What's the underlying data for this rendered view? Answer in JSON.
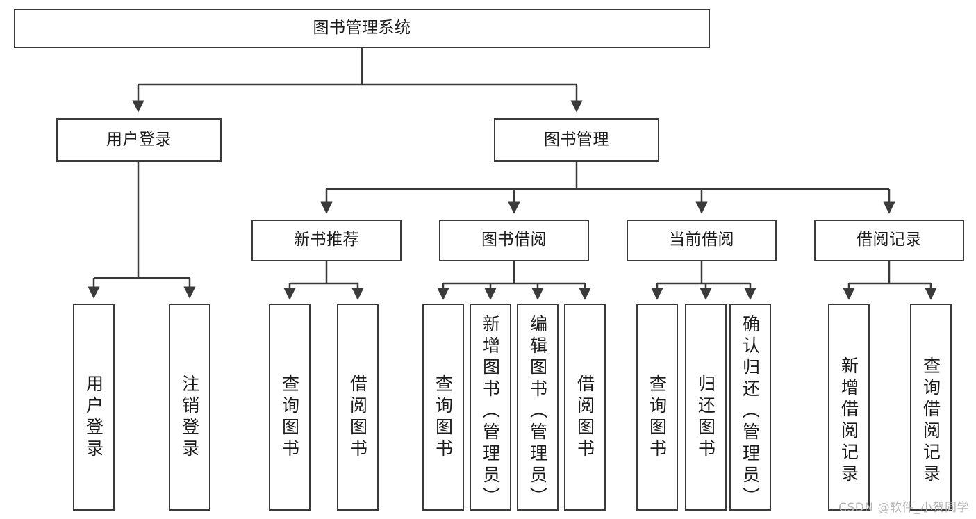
{
  "diagram": {
    "title": "图书管理系统",
    "type": "tree-hierarchy-diagram",
    "style": {
      "box_border_color": "#3a3a3a",
      "box_fill_color": "#ffffff",
      "edge_color": "#3a3a3a",
      "text_color": "#1b1b1b",
      "background": "#ffffff"
    },
    "nodes": {
      "root": {
        "label": "图书管理系统",
        "orientation": "horizontal"
      },
      "level2": [
        {
          "id": "user-login",
          "label": "用户登录",
          "orientation": "horizontal"
        },
        {
          "id": "book-manage",
          "label": "图书管理",
          "orientation": "horizontal"
        }
      ],
      "level3": [
        {
          "id": "new-book-recommend",
          "label": "新书推荐",
          "orientation": "horizontal"
        },
        {
          "id": "book-borrow",
          "label": "图书借阅",
          "orientation": "horizontal"
        },
        {
          "id": "current-borrow",
          "label": "当前借阅",
          "orientation": "horizontal"
        },
        {
          "id": "borrow-record",
          "label": "借阅记录",
          "orientation": "horizontal"
        }
      ],
      "leaves": [
        {
          "id": "leaf-user-login",
          "label": "用户登录",
          "parent": "user-login",
          "orientation": "vertical"
        },
        {
          "id": "leaf-user-logout",
          "label": "注销登录",
          "parent": "user-login",
          "orientation": "vertical"
        },
        {
          "id": "leaf-query-book-1",
          "label": "查询图书",
          "parent": "new-book-recommend",
          "orientation": "vertical"
        },
        {
          "id": "leaf-borrow-book-1",
          "label": "借阅图书",
          "parent": "new-book-recommend",
          "orientation": "vertical"
        },
        {
          "id": "leaf-query-book-2",
          "label": "查询图书",
          "parent": "book-borrow",
          "orientation": "vertical"
        },
        {
          "id": "leaf-add-book",
          "label": "新增图书（管理员）",
          "parent": "book-borrow",
          "orientation": "vertical"
        },
        {
          "id": "leaf-edit-book",
          "label": "编辑图书（管理员）",
          "parent": "book-borrow",
          "orientation": "vertical"
        },
        {
          "id": "leaf-borrow-book-2",
          "label": "借阅图书",
          "parent": "book-borrow",
          "orientation": "vertical"
        },
        {
          "id": "leaf-query-book-3",
          "label": "查询图书",
          "parent": "current-borrow",
          "orientation": "vertical"
        },
        {
          "id": "leaf-return-book",
          "label": "归还图书",
          "parent": "current-borrow",
          "orientation": "vertical"
        },
        {
          "id": "leaf-confirm-return",
          "label": "确认归还（管理员）",
          "parent": "current-borrow",
          "orientation": "vertical"
        },
        {
          "id": "leaf-add-record",
          "label": "新增借阅记录",
          "parent": "borrow-record",
          "orientation": "vertical"
        },
        {
          "id": "leaf-query-record",
          "label": "查询借阅记录",
          "parent": "borrow-record",
          "orientation": "vertical"
        }
      ]
    }
  },
  "watermark": {
    "text": "CSDN @软件_小贺同学"
  }
}
